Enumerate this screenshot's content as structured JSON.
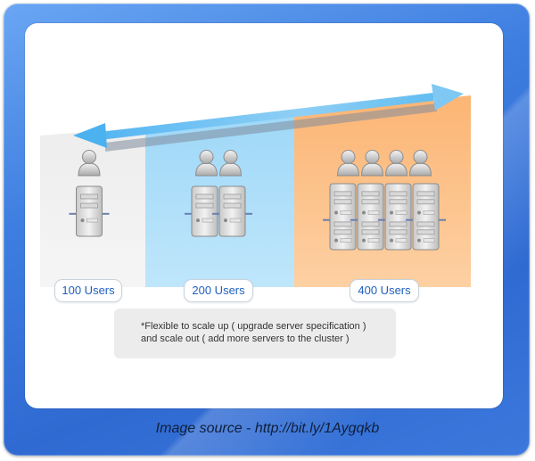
{
  "tiers": [
    {
      "users_label": "100 Users",
      "user_count": 1,
      "server_count": 1
    },
    {
      "users_label": "200 Users",
      "user_count": 2,
      "server_count": 2
    },
    {
      "users_label": "400 Users",
      "user_count": 4,
      "server_count": 4
    }
  ],
  "note": {
    "line1": "*Flexible to scale up ( upgrade server specification )",
    "line2": "and scale out ( add more servers to the cluster )"
  },
  "caption": "Image source - http://bit.ly/1Aygqkb",
  "colors": {
    "frame": "#3e7ee0",
    "tier1_bg": "#ececec",
    "tier2_bg": "#a8dcf8",
    "tier3_bg": "#fdbf82",
    "arrow": "#5ab8f0",
    "label_text": "#1f5fbf"
  },
  "icons": [
    "user-icon",
    "server-icon",
    "double-arrow-icon"
  ]
}
